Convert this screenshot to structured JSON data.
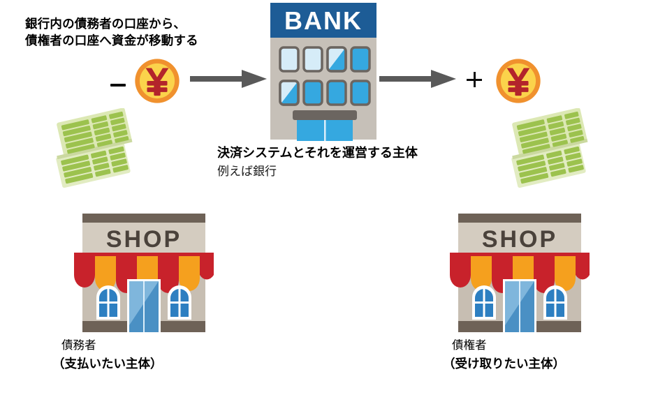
{
  "diagram": {
    "title_lines": "銀行内の債務者の口座から、\n債権者の口座へ資金が移動する",
    "center": {
      "building_sign": "BANK",
      "caption_main": "決済システムとそれを運営する主体",
      "caption_sub": "例えば銀行"
    },
    "left_actor": {
      "name": "債務者",
      "role": "（支払いたい主体）",
      "shop_sign": "SHOP",
      "sign": "−",
      "sign_name": "minus"
    },
    "right_actor": {
      "name": "債権者",
      "role": "（受け取りたい主体）",
      "shop_sign": "SHOP",
      "sign": "+",
      "sign_name": "plus"
    },
    "money_symbol": "¥",
    "arrows": {
      "left_to_bank": "→",
      "bank_to_right": "→"
    },
    "colors": {
      "arrow": "#595959",
      "coin_ring": "#F0912E",
      "coin_face": "#FBD34B",
      "coin_glyph": "#B3242B",
      "bank_sign": "#1D5C96",
      "bank_wall": "#C6C0B8",
      "bank_window_light": "#CFE9F7",
      "bank_window_blue": "#35A8E0",
      "bank_trim": "#6B6560",
      "shop_wall": "#C7BEB2",
      "shop_roof": "#6E6257",
      "awning_red": "#C8222B",
      "awning_orange": "#F5A01E",
      "shop_sign_text": "#4A423B",
      "door_blue": "#4A90C4",
      "window_blue": "#2D7FC1",
      "passbook_light": "#DCE8B4",
      "passbook_dark": "#9CC24E",
      "text": "#000000"
    }
  }
}
